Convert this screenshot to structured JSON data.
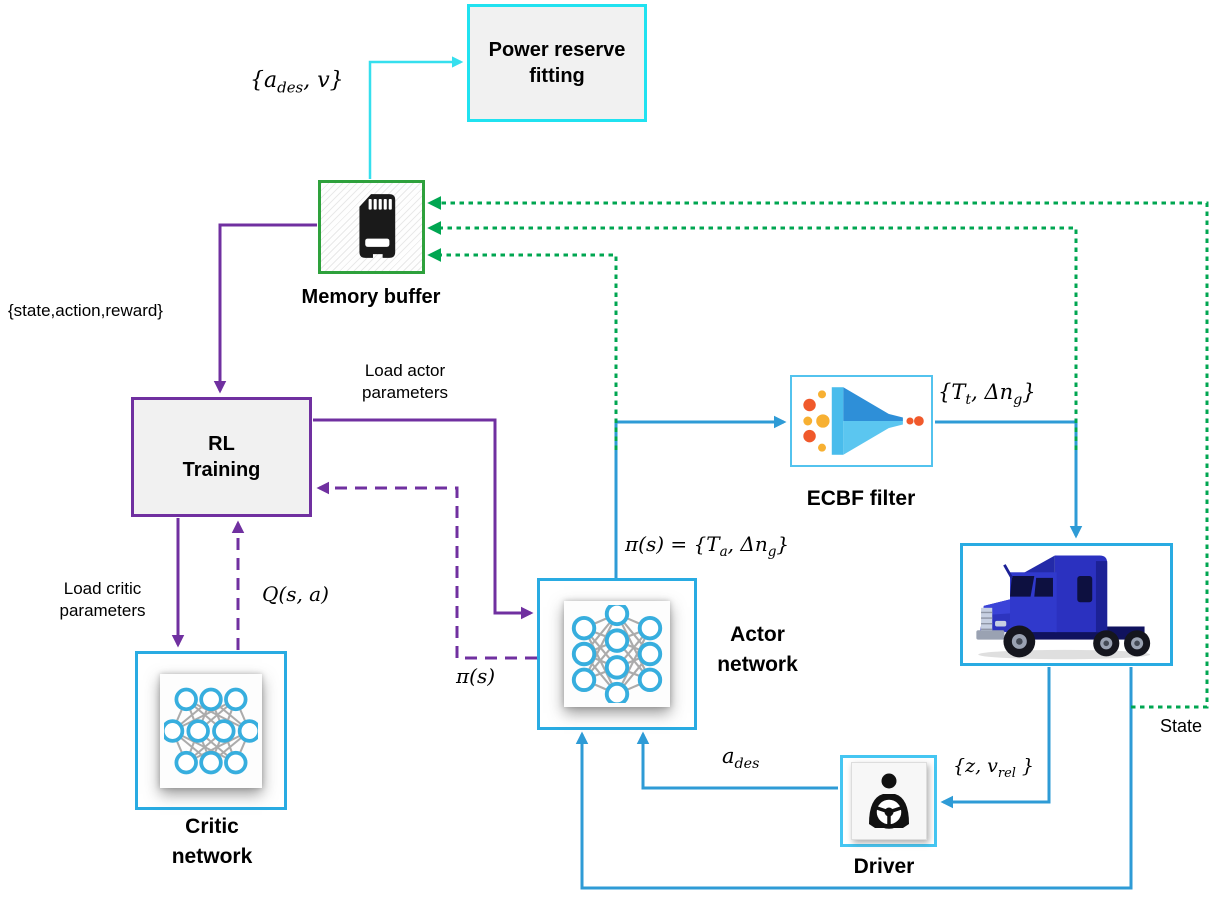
{
  "boxes": {
    "power_reserve": {
      "label": "Power reserve\nfitting"
    },
    "memory_buffer": {
      "label": "Memory buffer",
      "icon": "sd-card-icon"
    },
    "rl_training": {
      "label": "RL\nTraining"
    },
    "critic": {
      "label": "Critic\nnetwork",
      "icon": "neural-network-icon"
    },
    "actor": {
      "label": "Actor\nnetwork",
      "icon": "neural-network-icon"
    },
    "ecbf": {
      "label": "ECBF filter",
      "icon": "funnel-icon"
    },
    "truck": {
      "icon": "truck-image"
    },
    "driver": {
      "label": "Driver",
      "icon": "driver-steering-wheel-icon"
    }
  },
  "labels": {
    "a_des_v": "{a_{des}, v}",
    "state_action_reward": "{state,action,reward}",
    "load_actor": "Load actor\nparameters",
    "load_critic": "Load critic\nparameters",
    "q_sa": "Q(s, a)",
    "pi_s": "π(s)",
    "pi_s_eq": "π(s) = {T_{a}, Δn_{g}}",
    "t_t": "{T_{t}, Δn_{g}}",
    "z_v_rel": "{z, v_{rel} }",
    "a_des": "a_{des}",
    "state": "State"
  },
  "colors": {
    "blue_line": "#2E9BD6",
    "green_line": "#00A651",
    "purple_line": "#7030A0",
    "cyan_line": "#35DFEE",
    "cyan_border": "#29ABE2",
    "green_border": "#2EA13C",
    "purple_border": "#7030A0",
    "box_fill": "#F1F1F1"
  }
}
